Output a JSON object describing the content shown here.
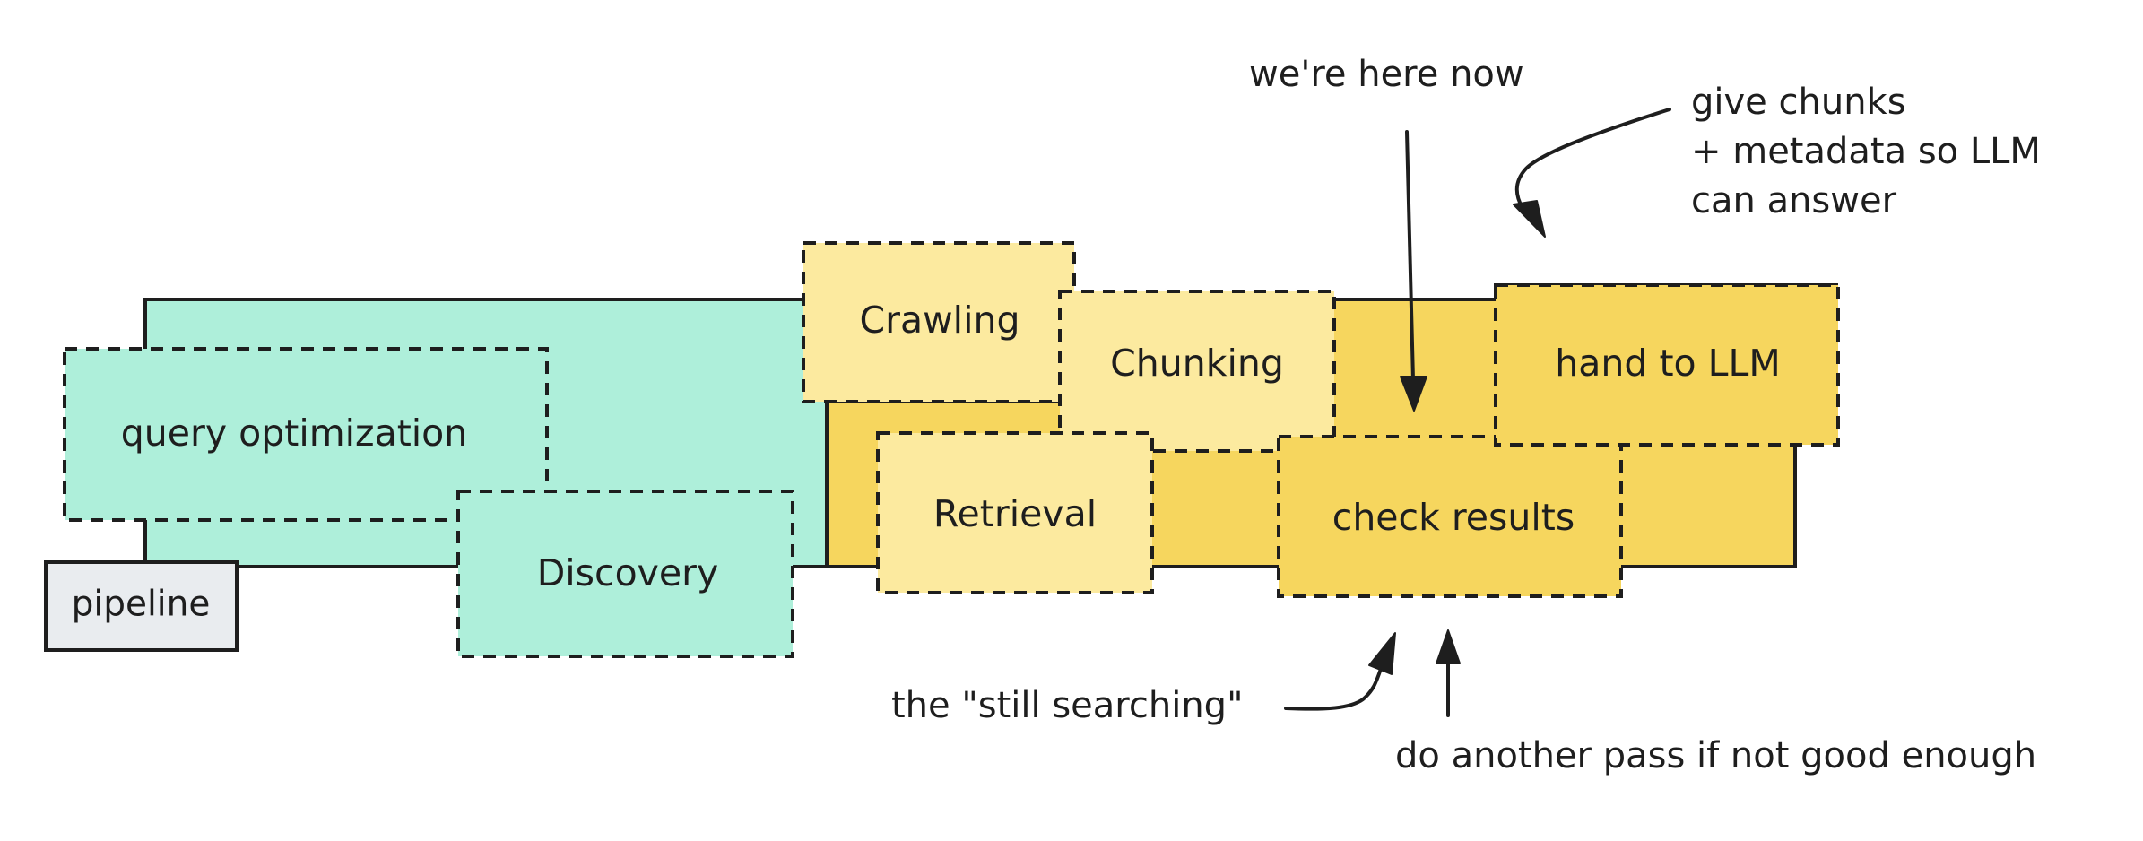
{
  "colors": {
    "teal": "#aeefda",
    "yellow_dark": "#f6d65e",
    "yellow_light": "#fcea9f",
    "gray": "#e9ecef",
    "stroke": "#1e1e1e"
  },
  "diagram": {
    "pipeline_label": "pipeline",
    "stages": {
      "query_optimization": "query optimization",
      "discovery": "Discovery",
      "crawling": "Crawling",
      "chunking": "Chunking",
      "retrieval": "Retrieval",
      "check_results": "check results",
      "hand_to_llm": "hand to LLM"
    },
    "annotations": {
      "we_are_here": "we're here now",
      "give_chunks": [
        "give chunks",
        "+ metadata so LLM",
        "can answer"
      ],
      "still_searching": "the \"still searching\"",
      "another_pass": "do another pass if not good enough"
    }
  }
}
